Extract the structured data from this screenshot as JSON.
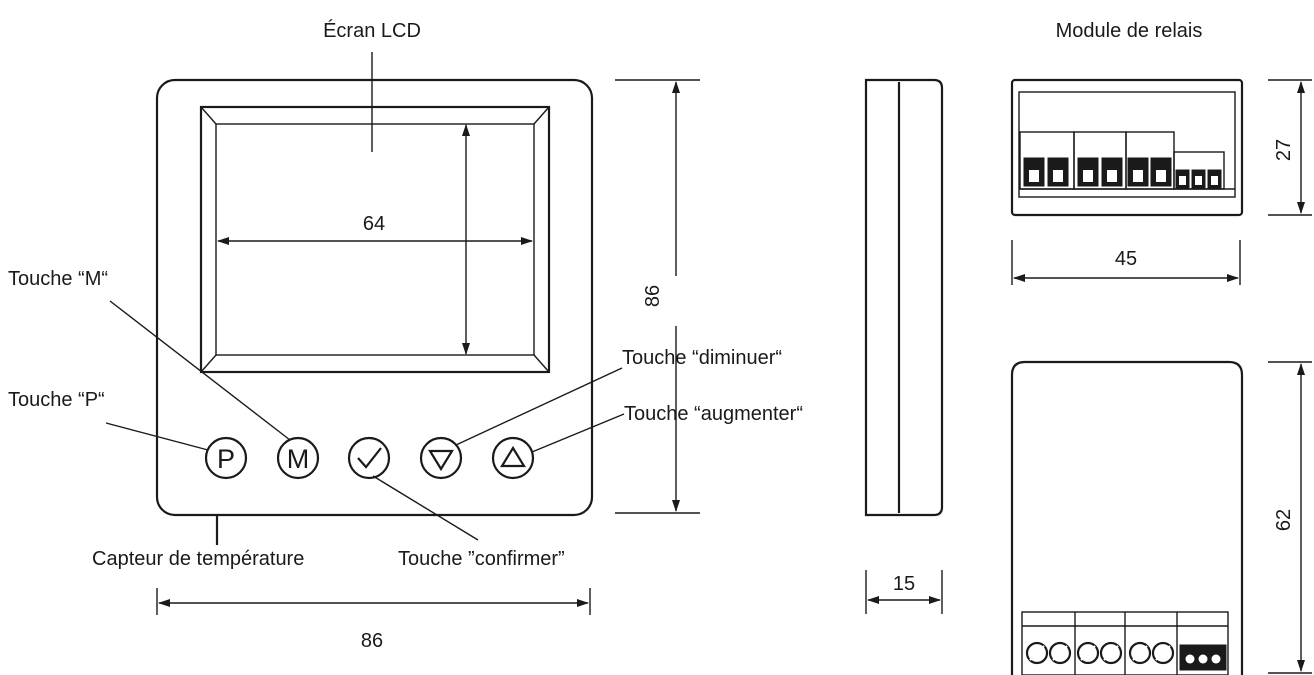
{
  "labels": {
    "lcd_screen": "Écran LCD",
    "relay_module": "Module de relais",
    "key_m": "Touche “M“",
    "key_p": "Touche “P“",
    "key_down": "Touche “diminuer“",
    "key_up": "Touche “augmenter“",
    "key_confirm": "Touche ”confirmer”",
    "temp_sensor": "Capteur de température"
  },
  "buttons": {
    "p": "P",
    "m": "M"
  },
  "dimensions": {
    "screen_width": "64",
    "device_height": "86",
    "device_width": "86",
    "depth": "15",
    "relay_width": "45",
    "relay_height_top": "27",
    "relay_height_side": "62"
  }
}
